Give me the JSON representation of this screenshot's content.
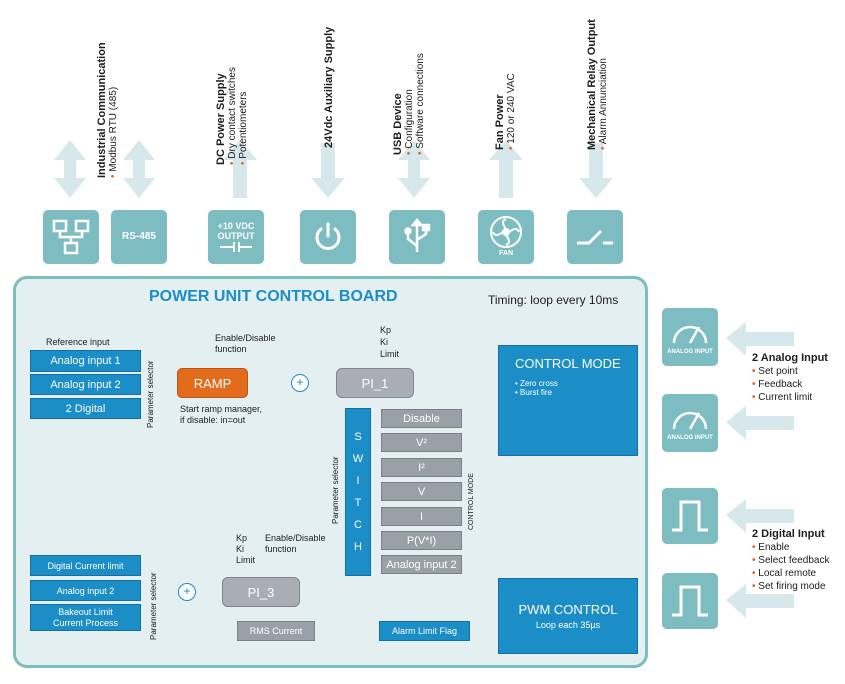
{
  "top_items": [
    {
      "title": "Industrial Communication",
      "bullets": [
        "Modbus RTU (485)"
      ]
    },
    {
      "title": "DC Power Supply",
      "bullets": [
        "Dry contact switches",
        "Potentiometers"
      ]
    },
    {
      "title": "24Vdc Auxiliary Supply",
      "bullets": []
    },
    {
      "title": "USB Device",
      "bullets": [
        "Configuration",
        "Software connections"
      ]
    },
    {
      "title": "Fan Power",
      "bullets": [
        "120 or 240 VAC"
      ]
    },
    {
      "title": "Mechanical Relay Output",
      "bullets": [
        "Alarm Annunciation"
      ]
    }
  ],
  "tiles": {
    "rs485": "RS-485",
    "output_1": "+10 VDC",
    "output_2": "OUTPUT",
    "fan": "FAN",
    "analog_input": "ANALOG INPUT"
  },
  "board": {
    "title": "POWER UNIT CONTROL BOARD",
    "timing": "Timing: loop every 10ms",
    "reference_input": "Reference input",
    "inputs_top": [
      "Analog input 1",
      "Analog input 2",
      "2 Digital"
    ],
    "parameter_selector": "Parameter selector",
    "ramp": "RAMP",
    "enable_disable_1": "Enable/Disable",
    "enable_disable_2": "function",
    "ramp_note_1": "Start ramp manager,",
    "ramp_note_2": "if disable: in=out",
    "kp": "Kp",
    "ki": "Ki",
    "limit": "Limit",
    "pi1": "PI_1",
    "control_mode_title": "CONTROL MODE",
    "control_mode_items": [
      "Zero cross",
      "Burst fire"
    ],
    "switch_letters": [
      "S",
      "W",
      "I",
      "T",
      "C",
      "H"
    ],
    "switch_options": [
      "Disable",
      "V²",
      "I²",
      "V",
      "I",
      "P(V*I)",
      "Analog input 2"
    ],
    "control_mode_vertical": "CONTROL MODE",
    "inputs_bottom": [
      "Digital Current limit",
      "Analog input 2",
      "Bakeout Limit",
      "Current Process"
    ],
    "pi3": "PI_3",
    "rms_current": "RMS Current",
    "alarm_flag": "Alarm Limit Flag",
    "pwm_title": "PWM CONTROL",
    "pwm_sub": "Loop each 35µs",
    "plus": "+",
    "minus": "−"
  },
  "right": {
    "analog_title": "2 Analog Input",
    "analog_items": [
      "Set point",
      "Feedback",
      "Current limit"
    ],
    "digital_title": "2 Digital Input",
    "digital_items": [
      "Enable",
      "Select feedback",
      "Local remote",
      "Set firing mode"
    ]
  },
  "colors": {
    "teal": "#7dbcc0",
    "blue": "#1b8dc7",
    "orange": "#e36c1c",
    "gray": "#9aa0a8",
    "arrow": "#d7e8ec"
  }
}
